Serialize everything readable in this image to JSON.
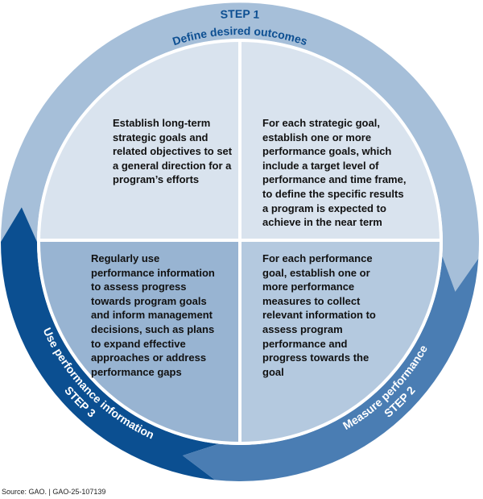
{
  "colors": {
    "step1_ring": "#a6bfd9",
    "step2_ring": "#4a7db3",
    "step3_ring": "#0b4f91",
    "q1_fill": "#d9e3ee",
    "q2_fill": "#d9e3ee",
    "q3_fill": "#98b4d2",
    "q4_fill": "#b4c9df",
    "step1_text": "#0d4f92",
    "step23_text": "#ffffff"
  },
  "steps": [
    {
      "step": "STEP 1",
      "title": "Define desired outcomes"
    },
    {
      "step": "STEP 2",
      "title": "Measure performance"
    },
    {
      "step": "STEP 3",
      "title": "Use performance information"
    }
  ],
  "quadrants": {
    "q1": [
      "Establish long-term",
      "strategic goals and",
      "related objectives to set",
      "a general direction for a",
      "program’s efforts"
    ],
    "q2": [
      "For each strategic goal,",
      "establish one or more",
      "performance goals, which",
      "include a target level of",
      "performance and time frame,",
      "to define the specific results",
      "a program is expected to",
      "achieve in the near term"
    ],
    "q3": [
      "Regularly use",
      "performance information",
      "to assess progress",
      "towards program goals",
      "and inform management",
      "decisions, such as plans",
      "to expand effective",
      "approaches or address",
      "performance gaps"
    ],
    "q4": [
      "For each performance",
      "goal, establish one or",
      "more performance",
      "measures to collect",
      "relevant information to",
      "assess program",
      "performance and",
      "progress towards the",
      "goal"
    ]
  },
  "source": "Source: GAO.  |  GAO-25-107139"
}
